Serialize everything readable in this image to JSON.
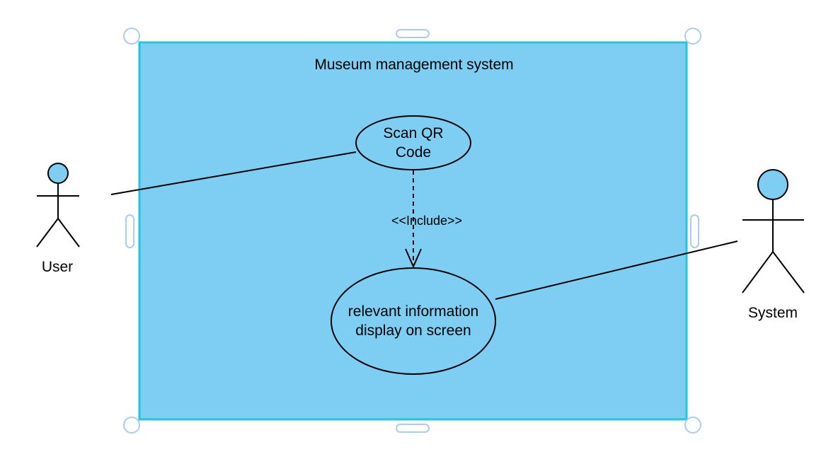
{
  "diagram": {
    "system_boundary": {
      "title": "Museum management system",
      "fill": "#7ecef4",
      "stroke": "#1ec8dc"
    },
    "use_cases": [
      {
        "id": "scan-qr-code",
        "lines": [
          "Scan QR",
          "Code"
        ]
      },
      {
        "id": "relevant-information-display",
        "lines": [
          "relevant information",
          "display on screen"
        ]
      }
    ],
    "relationship": {
      "stereotype": "<<Include>>",
      "style": "dashed",
      "from": "scan-qr-code",
      "to": "relevant-information-display"
    },
    "actors": [
      {
        "id": "user",
        "name": "User",
        "head_fill": "#7ecef4"
      },
      {
        "id": "system",
        "name": "System",
        "head_fill": "#7ecef4"
      }
    ],
    "associations": [
      {
        "actor": "user",
        "use_case": "scan-qr-code"
      },
      {
        "actor": "system",
        "use_case": "relevant-information-display"
      }
    ],
    "selection_handles": {
      "stroke": "#a9cdf2"
    }
  }
}
